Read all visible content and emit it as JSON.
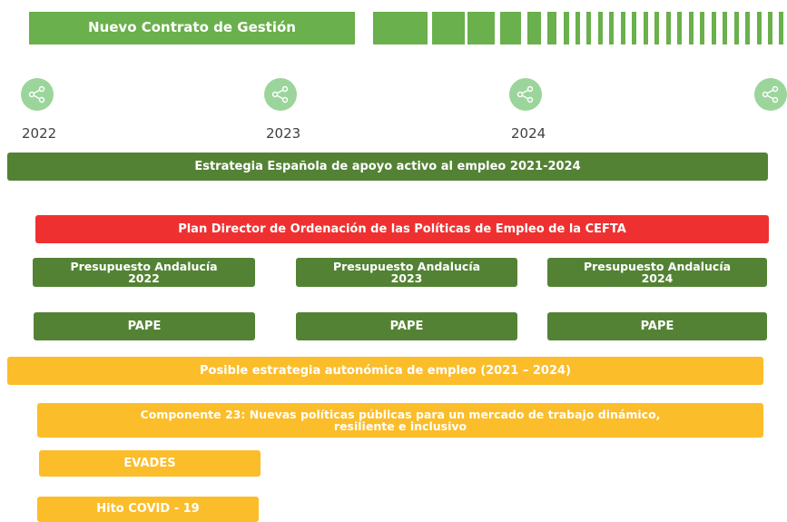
{
  "header": {
    "title": "Nuevo Contrato de Gestión"
  },
  "timeline": {
    "years": [
      "2022",
      "2023",
      "2024"
    ],
    "node_icon": "share-icon"
  },
  "rows": {
    "estrategia_espanola": "Estrategia Española de apoyo activo al empleo 2021-2024",
    "plan_director": "Plan Director de Ordenación de las Políticas de Empleo de la CEFTA",
    "presupuestos": [
      {
        "line1": "Presupuesto Andalucía",
        "line2": "2022"
      },
      {
        "line1": "Presupuesto Andalucía",
        "line2": "2023"
      },
      {
        "line1": "Presupuesto Andalucía",
        "line2": "2024"
      }
    ],
    "pape": [
      "PAPE",
      "PAPE",
      "PAPE"
    ],
    "estrategia_autonomica": "Posible estrategia autonómica de empleo (2021 – 2024)",
    "componente": {
      "line1": "Componente 23: Nuevas políticas públicas para un mercado de trabajo dinámico,",
      "line2": "resiliente e inclusivo"
    },
    "evades": "EVADES",
    "hito": "Hito COVID - 19"
  },
  "colors": {
    "light_green": "#6ab04c",
    "dark_green": "#548235",
    "red": "#ee3130",
    "yellow": "#fbbd2a",
    "node_green": "#9bd59b"
  }
}
